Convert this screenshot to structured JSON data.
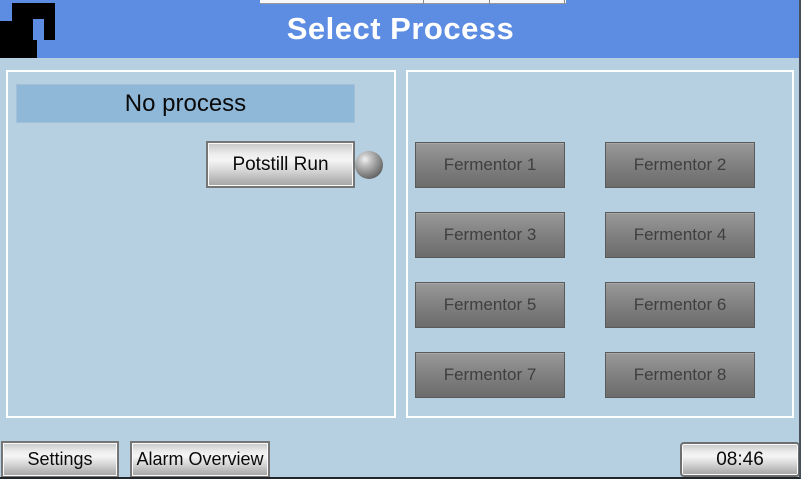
{
  "header": {
    "title": "Select Process"
  },
  "left_panel": {
    "status_banner": "No process",
    "potstill_button_label": "Potstill Run",
    "led_state_color": "#8a8a8a"
  },
  "right_panel": {
    "fermentors": [
      "Fermentor 1",
      "Fermentor 2",
      "Fermentor 3",
      "Fermentor 4",
      "Fermentor 5",
      "Fermentor 6",
      "Fermentor 7",
      "Fermentor 8"
    ]
  },
  "bottom_bar": {
    "settings_label": "Settings",
    "alarm_overview_label": "Alarm Overview",
    "clock": "08:46"
  },
  "colors": {
    "header_blue": "#5d8de2",
    "body_blue": "#b6d0e2",
    "banner_blue": "#8fb7d7"
  }
}
